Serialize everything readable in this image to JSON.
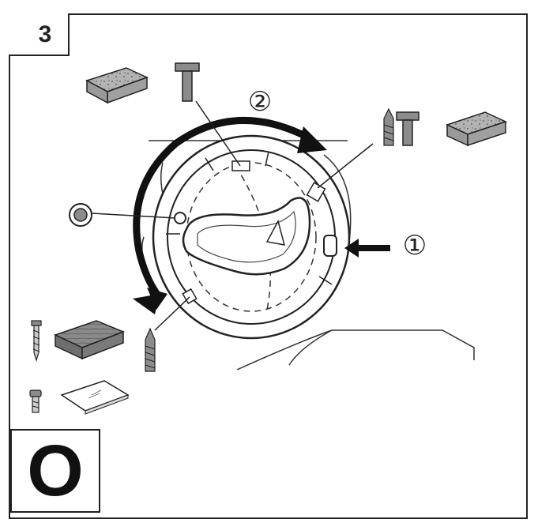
{
  "step": {
    "number": "3"
  },
  "callouts": {
    "first": "①",
    "second": "②"
  },
  "mode": {
    "letter": "O"
  },
  "icons": {
    "sponge": "sponge-block-icon",
    "hammer": "hammer-icon",
    "drill_hammer": "drill-and-hammer-icon",
    "washer": "ring-washer-icon",
    "wood_screw": "wood-screw-icon",
    "wood_block": "wooden-board-icon",
    "masonry_drill": "masonry-drill-icon",
    "bolt": "bolt-icon",
    "sheet": "thin-sheet-icon"
  },
  "colors": {
    "line": "#222222",
    "tool_gray": "#8c8c8c",
    "sponge_gray": "#a9a9a9",
    "wood_gray": "#7a7a7a"
  }
}
